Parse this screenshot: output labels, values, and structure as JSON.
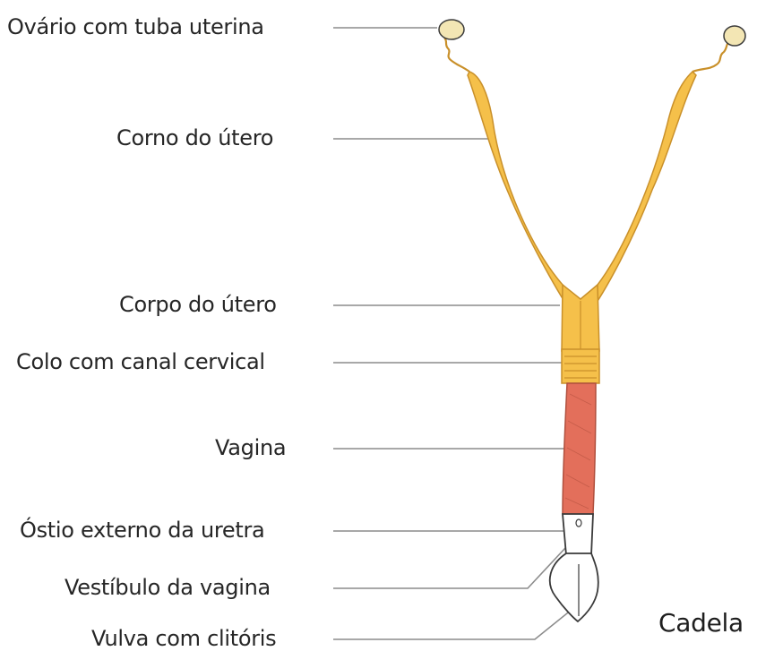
{
  "diagram": {
    "labels": [
      {
        "id": "ovary",
        "text": "Ovário com tuba uterina"
      },
      {
        "id": "horn",
        "text": "Corno do útero"
      },
      {
        "id": "body",
        "text": "Corpo do útero"
      },
      {
        "id": "cervix",
        "text": "Colo com canal cervical"
      },
      {
        "id": "vagina",
        "text": "Vagina"
      },
      {
        "id": "urethra",
        "text": "Óstio externo da uretra"
      },
      {
        "id": "vestibule",
        "text": "Vestíbulo da vagina"
      },
      {
        "id": "vulva",
        "text": "Vulva com clitóris"
      }
    ],
    "species": "Cadela",
    "colors": {
      "uterus": "#f5c04a",
      "uterus_outline": "#c9902a",
      "vagina": "#e36f5b",
      "vagina_outline": "#b0503e",
      "ovary": "#f3e6b4",
      "leader": "#8c8c8c",
      "outline": "#3a3a3a"
    }
  }
}
